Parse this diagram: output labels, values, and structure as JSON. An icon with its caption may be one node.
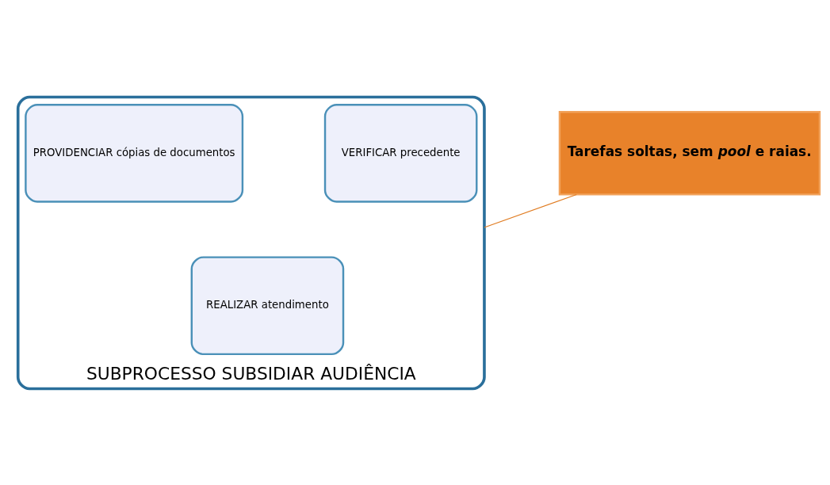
{
  "diagram": {
    "nodes": [
      {
        "text": [
          "SUBPROCESSO SUBSIDIAR AUDIÊNCIA"
        ]
      },
      {
        "text": [
          "VERIFICAR precedente"
        ],
        "in": 0
      },
      {
        "text": [
          "PROVIDENCIAR cópias de documentos"
        ],
        "in": 0
      },
      {
        "text": [
          "REALIZAR atendimento"
        ],
        "in": 0
      },
      {
        "text": [
          "Tarefas soltas, sem *pool* e raias."
        ]
      }
    ],
    "edges": [
      {
        "from": 4,
        "to": 0,
        "arrow": "none",
        "color": "#e07b20"
      }
    ]
  }
}
